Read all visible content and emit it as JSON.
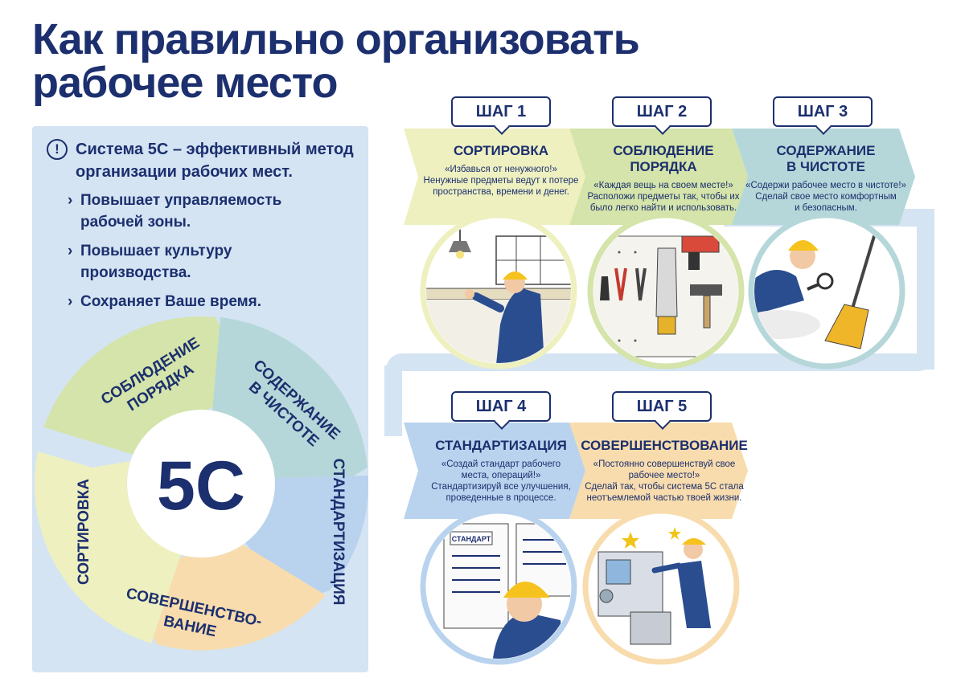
{
  "title": {
    "line1": "Как правильно организовать",
    "line2": "рабочее место"
  },
  "intro": {
    "headline_line1": "Система 5С – эффективный метод",
    "headline_line2": "организации рабочих мест.",
    "bullets": [
      {
        "line1": "Повышает управляемость",
        "line2": "рабочей зоны."
      },
      {
        "line1": "Повышает культуру",
        "line2": "производства."
      },
      {
        "line1": "Сохраняет Ваше время.",
        "line2": ""
      }
    ]
  },
  "wheel": {
    "center": "5С",
    "segments": [
      {
        "line1": "СОБЛЮДЕНИЕ",
        "line2": "ПОРЯДКА",
        "color": "#d4e4aa"
      },
      {
        "line1": "СОДЕРЖАНИЕ",
        "line2": "В ЧИСТОТЕ",
        "color": "#b6d7d9"
      },
      {
        "line1": "СТАНДАРТИЗАЦИЯ",
        "line2": "",
        "color": "#b9d3ee"
      },
      {
        "line1": "СОВЕРШЕНСТВО-",
        "line2": "ВАНИЕ",
        "color": "#f8dcad"
      },
      {
        "line1": "СОРТИРОВКА",
        "line2": "",
        "color": "#eef0c0"
      }
    ]
  },
  "steps": [
    {
      "tag": "ШАГ 1",
      "h1": "СОРТИРОВКА",
      "h2": "",
      "q1": "«Избавься от ненужного!»",
      "q2": "",
      "d1": "Ненужные предметы ведут к потере",
      "d2": "пространства, времени и денег.",
      "d3": "",
      "color": "#eef0c0"
    },
    {
      "tag": "ШАГ 2",
      "h1": "СОБЛЮДЕНИЕ",
      "h2": "ПОРЯДКА",
      "q1": "«Каждая вещь на своем месте!»",
      "q2": "",
      "d1": "Расположи предметы так, чтобы их",
      "d2": "было легко найти и использовать.",
      "d3": "",
      "color": "#d4e4aa"
    },
    {
      "tag": "ШАГ 3",
      "h1": "СОДЕРЖАНИЕ",
      "h2": "В ЧИСТОТЕ",
      "q1": "«Содержи рабочее место в чистоте!»",
      "q2": "",
      "d1": "Сделай свое место комфортным",
      "d2": "и безопасным.",
      "d3": "",
      "color": "#b6d7d9"
    },
    {
      "tag": "ШАГ 4",
      "h1": "СТАНДАРТИЗАЦИЯ",
      "h2": "",
      "q1": "«Создай стандарт рабочего",
      "q2": "места, операций!»",
      "d1": "Стандартизируй все улучшения,",
      "d2": "проведенные в процессе.",
      "d3": "",
      "color": "#b9d3ee"
    },
    {
      "tag": "ШАГ 5",
      "h1": "СОВЕРШЕНСТВОВАНИЕ",
      "h2": "",
      "q1": "«Постоянно совершенствуй свое",
      "q2": "рабочее место!»",
      "d1": "Сделай так, чтобы система 5С стала",
      "d2": "неотъемлемой частью твоей жизни.",
      "d3": "",
      "color": "#f8dcad"
    }
  ],
  "illustrations": {
    "step1": "worker-sorting-shelves",
    "step2": "tool-board-icon",
    "step3": "worker-sweeping-broom",
    "step4": "standard-document-board",
    "step5": "worker-machine-improvement",
    "standard_board_label": "СТАНДАРТ"
  }
}
